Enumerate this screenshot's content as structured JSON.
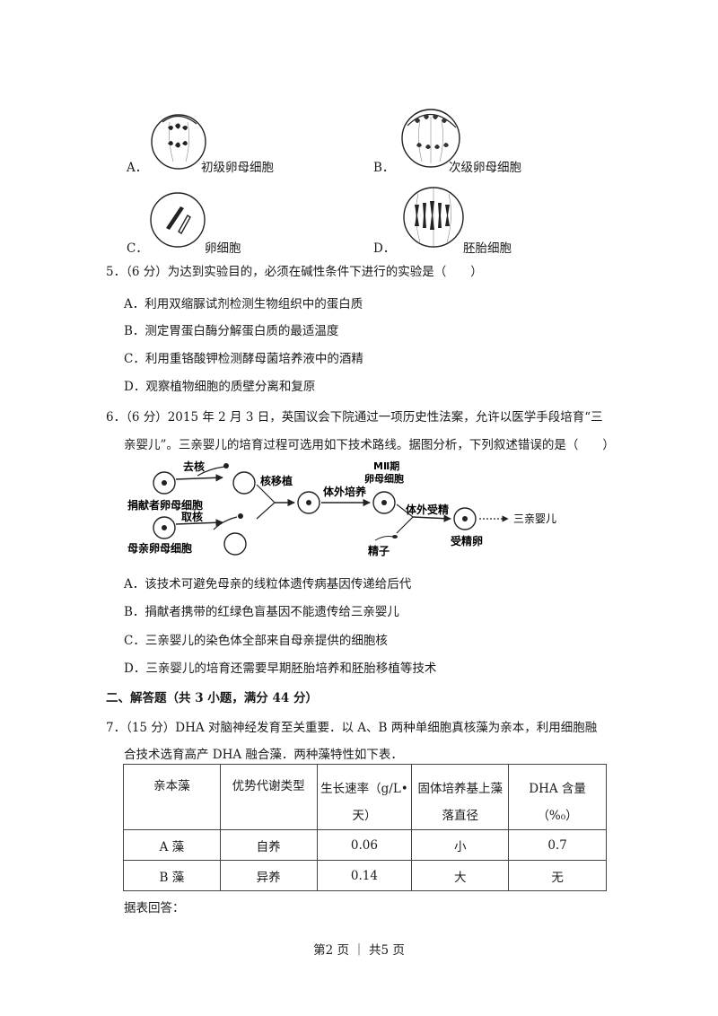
{
  "cell_options": [
    {
      "letter": "A．",
      "label": "初级卵母细胞"
    },
    {
      "letter": "B．",
      "label": "次级卵母细胞"
    },
    {
      "letter": "C．",
      "label": "卵细胞"
    },
    {
      "letter": "D．",
      "label": "胚胎细胞"
    }
  ],
  "q5": {
    "stem": "5．（6 分）为达到实验目的，必须在碱性条件下进行的实验是（　　）",
    "options": [
      "A．利用双缩脲试剂检测生物组织中的蛋白质",
      "B．测定胃蛋白酶分解蛋白质的最适温度",
      "C．利用重铬酸钾检测酵母菌培养液中的酒精",
      "D．观察植物细胞的质壁分离和复原"
    ]
  },
  "q6": {
    "stem_line1": "6．（6 分）2015 年 2 月 3 日，英国议会下院通过一项历史性法案，允许以医学手段培育“三",
    "stem_line2": "亲婴儿”。三亲婴儿的培育过程可选用如下技术路线。据图分析，下列叙述错误的是（　　）",
    "diagram": {
      "remove_nucleus": "去核",
      "donor_egg": "捐献者卵母细胞",
      "take_nucleus": "取核",
      "mother_egg": "母亲卵母细胞",
      "nuclear_transfer": "核移植",
      "in_vitro_culture": "体外培养",
      "mii_line1": "MⅡ期",
      "mii_line2": "卵母细胞",
      "in_vitro_fert": "体外受精",
      "sperm": "精子",
      "fertilized_egg": "受精卵",
      "baby": "三亲婴儿"
    },
    "options": [
      "A．该技术可避免母亲的线粒体遗传病基因传递给后代",
      "B．捐献者携带的红绿色盲基因不能遗传给三亲婴儿",
      "C．三亲婴儿的染色体全部来自母亲提供的细胞核",
      "D．三亲婴儿的培育还需要早期胚胎培养和胚胎移植等技术"
    ]
  },
  "section2": "二、解答题（共 3 小题，满分 44 分）",
  "q7": {
    "stem_line1": "7．（15 分）DHA 对脑神经发育至关重要．以 A、B 两种单细胞真核藻为亲本，利用细胞融",
    "stem_line2": "合技术选育高产 DHA 融合藻．两种藻特性如下表．",
    "table": {
      "headers": [
        [
          "亲本藻"
        ],
        [
          "优势代谢类型"
        ],
        [
          "生长速率（g/L•",
          "天）"
        ],
        [
          "固体培养基上藻",
          "落直径"
        ],
        [
          "DHA 含量",
          "（%₀）"
        ]
      ],
      "rows": [
        [
          "A 藻",
          "自养",
          "0.06",
          "小",
          "0.7"
        ],
        [
          "B 藻",
          "异养",
          "0.14",
          "大",
          "无"
        ]
      ]
    },
    "after": "据表回答："
  },
  "footer": "第2 页 ｜ 共5 页"
}
